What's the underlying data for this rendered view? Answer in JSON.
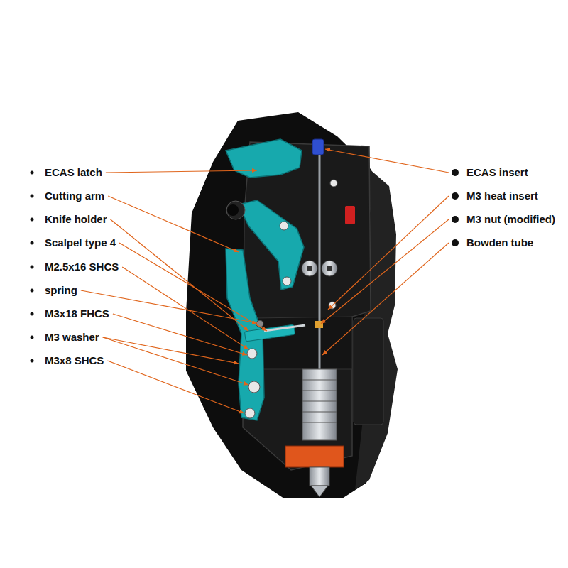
{
  "diagram": {
    "labels": [
      "ECAS latch",
      "Cutting arm",
      "Knife holder",
      "Scalpel type 4",
      "M2.5x16 SHCS",
      "spring",
      "M3x18 FHCS",
      "M3 washer",
      "M3x8 SHCS",
      "ECAS insert",
      "M3 heat insert",
      "M3 nut (modified)",
      "Bowden tube"
    ]
  }
}
